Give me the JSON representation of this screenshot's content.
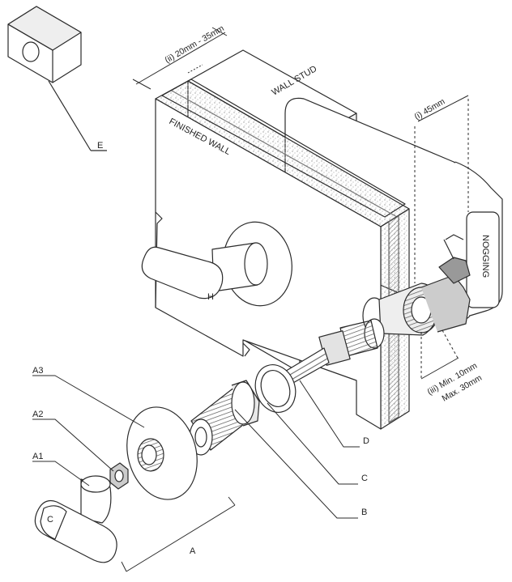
{
  "labels": {
    "finished_wall": "FINISHED WALL",
    "wall_stud": "WALL STUD",
    "nogging": "NOGGING",
    "handle_h": "H",
    "handle_c": "C"
  },
  "dimensions": {
    "wall_thickness": "(ii) 20mm - 35mm",
    "nogging_depth": "(i) 45mm",
    "cavity_min": "(iii) Min. 10mm",
    "cavity_max": "Max. 30mm"
  },
  "callouts": {
    "A": "A",
    "A1": "A1",
    "A2": "A2",
    "A3": "A3",
    "B": "B",
    "C": "C",
    "D": "D",
    "E": "E"
  },
  "colors": {
    "line": "#2b2b2b",
    "hatch": "#888888",
    "shade": "#d9d9d9",
    "dark": "#555555"
  }
}
